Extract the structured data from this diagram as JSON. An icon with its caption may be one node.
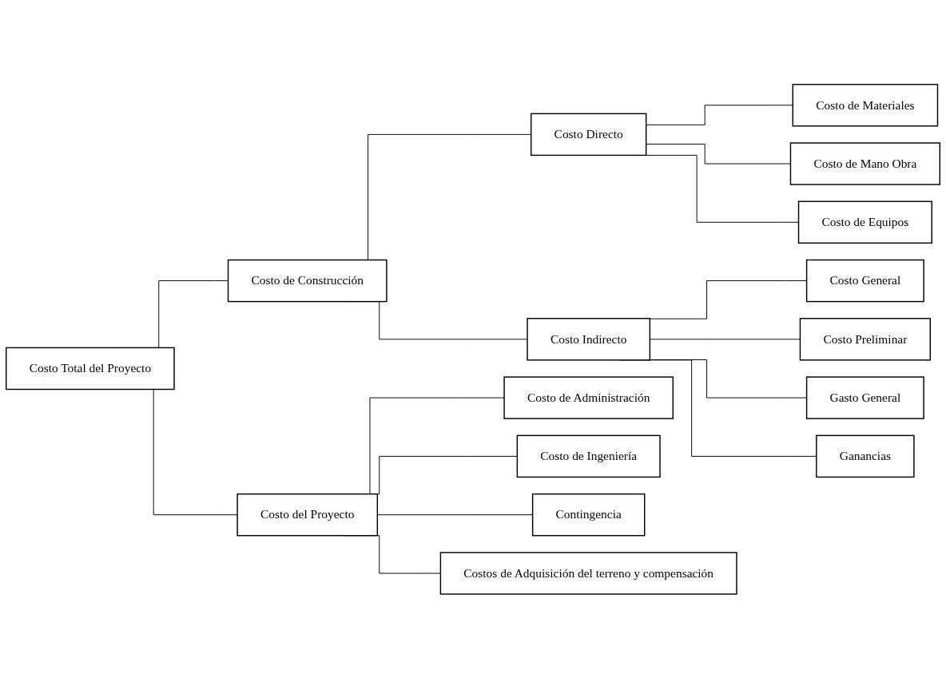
{
  "diagram": {
    "nodes": [
      {
        "text": [
          "Costo Total del Proyecto"
        ]
      },
      {
        "text": [
          "Costo de Construcción"
        ]
      },
      {
        "text": [
          "Costo Directo"
        ]
      },
      {
        "text": [
          "Costo de Materiales"
        ]
      },
      {
        "text": [
          "Costo de Mano Obra"
        ]
      },
      {
        "text": [
          "Costo de Equipos"
        ]
      },
      {
        "text": [
          "Costo Indirecto"
        ]
      },
      {
        "text": [
          "Costo General"
        ]
      },
      {
        "text": [
          "Costo Preliminar"
        ]
      },
      {
        "text": [
          "Gasto General"
        ]
      },
      {
        "text": [
          "Ganancias"
        ]
      },
      {
        "text": [
          "Costo del Proyecto"
        ]
      },
      {
        "text": [
          "Costo de Administración"
        ]
      },
      {
        "text": [
          "Costo de Ingeniería"
        ]
      },
      {
        "text": [
          "Contingencia"
        ]
      },
      {
        "text": [
          "Costos de Adquisición del terreno y compensación"
        ]
      }
    ],
    "edges": [
      {
        "from": 0,
        "to": 1,
        "arrow": "none"
      },
      {
        "from": 1,
        "to": 2,
        "arrow": "none"
      },
      {
        "from": 2,
        "to": 3,
        "arrow": "none"
      },
      {
        "from": 2,
        "to": 4,
        "arrow": "none"
      },
      {
        "from": 2,
        "to": 5,
        "arrow": "none"
      },
      {
        "from": 1,
        "to": 6,
        "arrow": "none"
      },
      {
        "from": 6,
        "to": 7,
        "arrow": "none"
      },
      {
        "from": 6,
        "to": 8,
        "arrow": "none"
      },
      {
        "from": 6,
        "to": 9,
        "arrow": "none"
      },
      {
        "from": 6,
        "to": 10,
        "arrow": "none"
      },
      {
        "from": 0,
        "to": 11,
        "arrow": "none"
      },
      {
        "from": 11,
        "to": 12,
        "arrow": "none"
      },
      {
        "from": 11,
        "to": 13,
        "arrow": "none"
      },
      {
        "from": 11,
        "to": 14,
        "arrow": "none"
      },
      {
        "from": 11,
        "to": 15,
        "arrow": "none"
      }
    ]
  }
}
